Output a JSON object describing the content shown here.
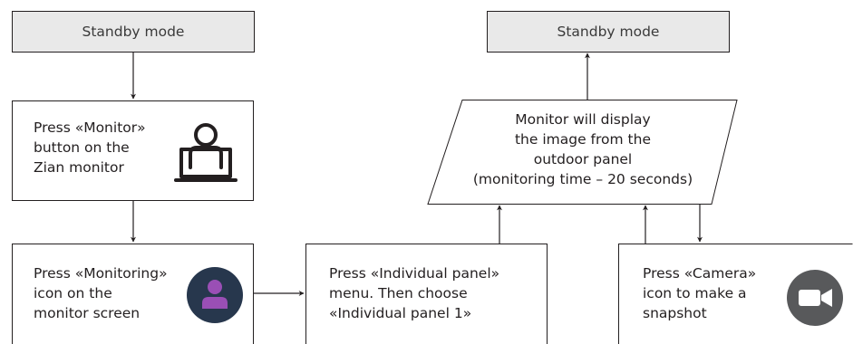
{
  "nodes": {
    "standby_left": {
      "label": "Standby mode"
    },
    "standby_right": {
      "label": "Standby mode"
    },
    "press_monitor": {
      "label": "Press «Monitor»\nbutton on the\nZian monitor",
      "icon": "person-at-monitor-icon"
    },
    "press_monitoring": {
      "label": "Press «Monitoring»\nicon on the\nmonitor screen",
      "icon": "user-avatar-icon"
    },
    "press_individual_panel": {
      "label": "Press «Individual panel»\nmenu. Then choose\n«Individual panel 1»"
    },
    "monitor_display": {
      "label": "Monitor will display\nthe image from the\noutdoor panel\n(monitoring time – 20 seconds)"
    },
    "press_camera": {
      "label": "Press «Camera»\nicon to make a\nsnapshot",
      "icon": "video-camera-icon"
    }
  },
  "colors": {
    "standby_fill": "#e9e9e9",
    "stroke": "#231f20",
    "avatar_bg": "#27374d",
    "avatar_person": "#9a4fb5",
    "camera_bg": "#58595b"
  }
}
